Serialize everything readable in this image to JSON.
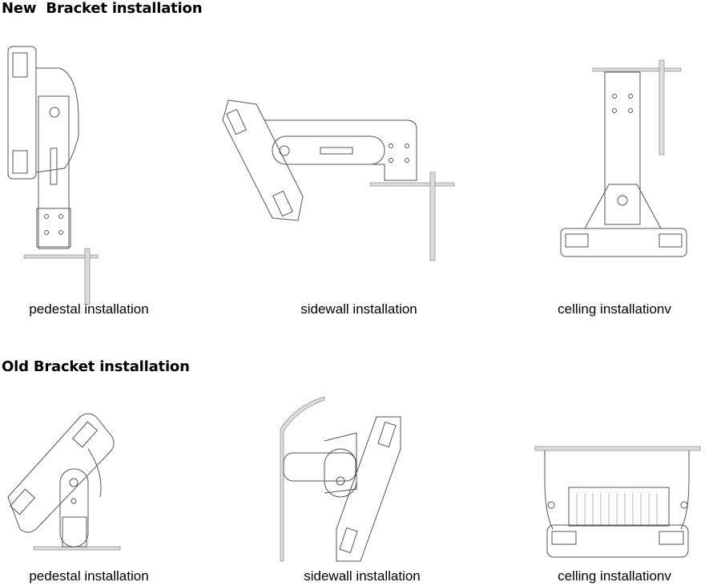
{
  "sections": [
    {
      "title": "New  Bracket installation",
      "captions": [
        "pedestal installation",
        "sidewall installation",
        "celling installationv"
      ]
    },
    {
      "title": "Old Bracket installation",
      "captions": [
        "pedestal installation",
        "sidewall installation",
        "celling installationv"
      ]
    }
  ]
}
